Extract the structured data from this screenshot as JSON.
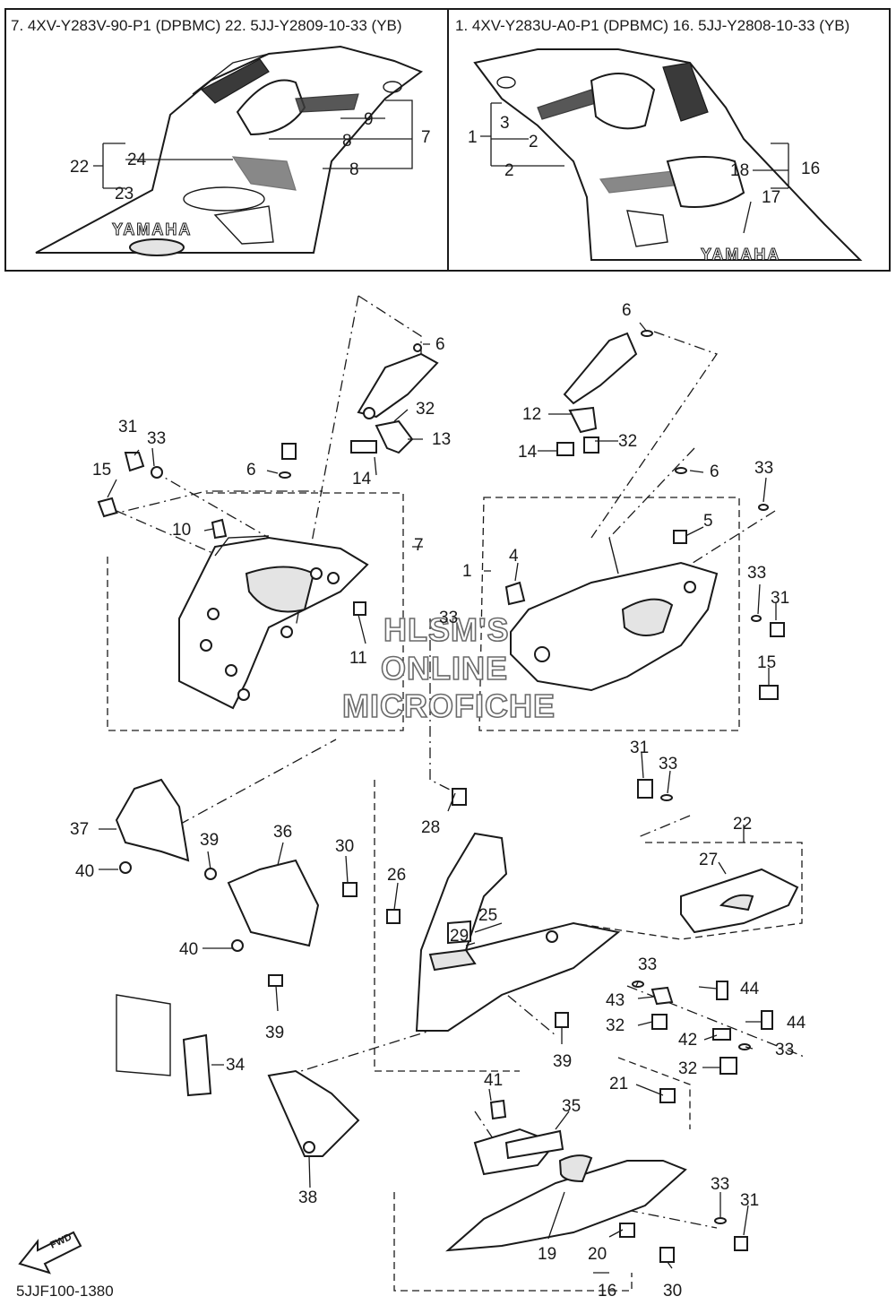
{
  "panels": {
    "left_title": "7. 4XV-Y283V-90-P1 (DPBMC)  22. 5JJ-Y2809-10-33 (YB)",
    "right_title": "1. 4XV-Y283U-A0-P1 (DPBMC)  16. 5JJ-Y2808-10-33 (YB)",
    "logo_text": "YAMAHA",
    "left_callouts": [
      "22",
      "24",
      "23",
      "9",
      "8",
      "7",
      "8"
    ],
    "right_callouts": [
      "3",
      "1",
      "2",
      "2",
      "18",
      "16",
      "17"
    ]
  },
  "watermark": [
    "HLSM'S",
    "ONLINE",
    "MICROFICHE"
  ],
  "callouts": {
    "c6a": "6",
    "c32a": "32",
    "c13": "13",
    "c14a": "14",
    "c31a": "31",
    "c33a": "33",
    "c15a": "15",
    "c6b": "6",
    "c10": "10",
    "c7": "7",
    "c11": "11",
    "c33b": "33",
    "c6c": "6",
    "c12": "12",
    "c14b": "14",
    "c32b": "32",
    "c6d": "6",
    "c33c": "33",
    "c5": "5",
    "c4": "4",
    "c1": "1",
    "c33d": "33",
    "c31b": "31",
    "c15b": "15",
    "c31c": "31",
    "c33e": "33",
    "c22": "22",
    "c27": "27",
    "c37": "37",
    "c39a": "39",
    "c40a": "40",
    "c36": "36",
    "c30a": "30",
    "c26": "26",
    "c28": "28",
    "c25": "25",
    "c29": "29",
    "c40b": "40",
    "c39b": "39",
    "c33f": "33",
    "c44a": "44",
    "c43": "43",
    "c32c": "32",
    "c44b": "44",
    "c42": "42",
    "c33g": "33",
    "c32d": "32",
    "c39c": "39",
    "c34": "34",
    "c41": "41",
    "c21": "21",
    "c35": "35",
    "c38": "38",
    "c19": "19",
    "c20": "20",
    "c33h": "33",
    "c31d": "31",
    "c16": "16",
    "c30b": "30"
  },
  "fwd_label": "FWD",
  "diagram_code": "5JJF100-1380"
}
